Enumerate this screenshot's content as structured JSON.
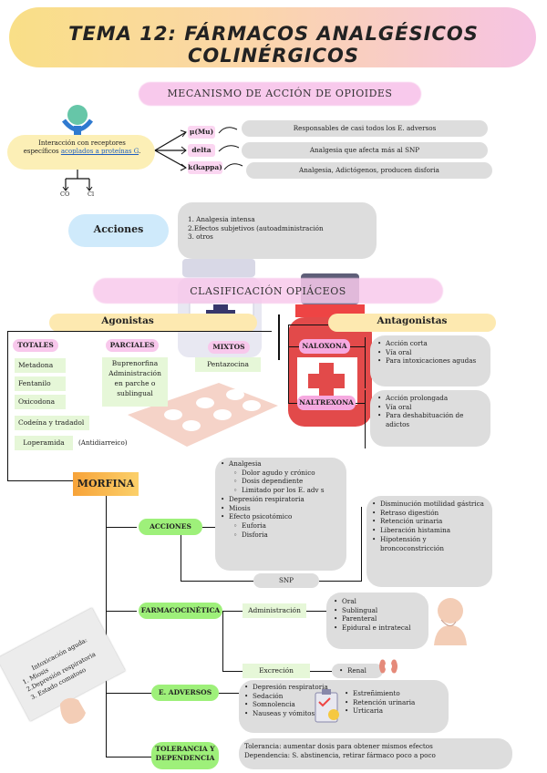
{
  "title": "TEMA 12: FÁRMACOS ANALGÉSICOS COLINÉRGICOS",
  "mecanismo": {
    "title": "MECANISMO DE ACCIÓN DE OPIOIDES",
    "intro_a": "Interacción con receptores",
    "intro_b": "específicos",
    "intro_link": "acoplados a proteínas G",
    "intro_end": ".",
    "ion1": "CO",
    "ion2": "Cl",
    "receptors": [
      {
        "name": "μ(Mu)",
        "desc": "Responsables de casi todos los E. adversos"
      },
      {
        "name": "delta",
        "desc": "Analgesia que afecta más al SNP"
      },
      {
        "name": "k(kappa)",
        "desc": "Analgesia, Adictógenos, producen disforia"
      }
    ]
  },
  "acciones": {
    "label": "Acciones",
    "items": [
      "1. Analgesia intensa",
      "2.Efectos subjetivos (autoadministración",
      "3. otros"
    ]
  },
  "clasificacion": {
    "title": "CLASIFICACIÓN OPIÁCEOS",
    "agonistas": "Agonistas",
    "antagonistas": "Antagonistas",
    "totales_label": "TOTALES",
    "totales": [
      "Metadona",
      "Fentanilo",
      "Oxicodona",
      "Codeína y tradadol",
      "Loperamida"
    ],
    "loperamida_note": "(Antidiarreico)",
    "parciales_label": "PARCIALES",
    "parciales_text": [
      "Buprenorfina",
      "Administración",
      "en parche o",
      "sublingual"
    ],
    "mixtos_label": "MIXTOS",
    "mixtos_text": "Pentazocina",
    "naloxona": "NALOXONA",
    "naloxona_items": [
      "Acción corta",
      "Vía oral",
      "Para intoxicaciones agudas"
    ],
    "naltrexona": "NALTREXONA",
    "naltrexona_items": [
      "Acción prolongada",
      "Vía oral",
      "Para deshabituación de adictos"
    ]
  },
  "morfina": {
    "label": "MORFINA",
    "acciones_label": "ACCIONES",
    "analgesia": "Analgesia",
    "analgesia_sub": [
      "Dolor agudo y crónico",
      "Dosis dependiente",
      "Limitado por los E. adv s"
    ],
    "acciones_rest": [
      "Depresión respiratoria",
      "Miosis",
      "Efecto psicotómico"
    ],
    "psico_sub": [
      "Euforia",
      "Disforia"
    ],
    "snp": "SNP",
    "snp_items": [
      "Disminución motilidad gástrica",
      "Retraso digestión",
      "Retención urinaria",
      "Liberación histamina",
      "Hipotensión y broncoconstricción"
    ],
    "farmaco_label": "FARMACOCINÉTICA",
    "administracion": "Administración",
    "admin_items": [
      "Oral",
      "Sublingual",
      "Parenteral",
      "Epidural e intratecal"
    ],
    "excrecion": "Excreción",
    "excrecion_items": [
      "Renal"
    ],
    "adversos_label": "E. ADVERSOS",
    "adversos_left": [
      "Depresión respiratoria",
      "Sedación",
      "Somnolencia",
      "Nauseas y vómitos"
    ],
    "adversos_right": [
      "Estreñimiento",
      "Retención urinaria",
      "Urticaria"
    ],
    "tolerancia_label": "TOLERANCIA Y DEPENDENCIA",
    "tolerancia": "Tolerancia: aumentar dosis para obtener mismos efectos",
    "dependencia": "Dependencia: S. abstinencia, retirar fármaco poco a poco",
    "intox_title": "Intoxicación aguda:",
    "intox_items": [
      "1. Miosis",
      "2.Depresión respiratoria",
      "3. Estado comatoso"
    ]
  },
  "colors": {
    "pink": "#f8c8ec",
    "green": "#9ef07a",
    "yellow": "#fcefb6",
    "orange": "#f7a339",
    "gray": "#dddddd"
  }
}
